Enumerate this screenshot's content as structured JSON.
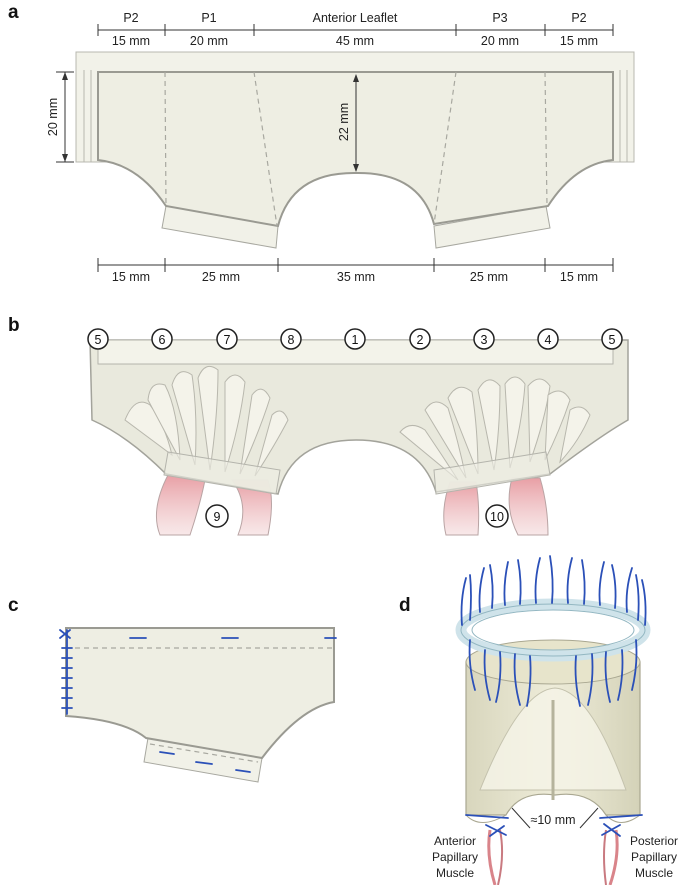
{
  "panels": {
    "a": "a",
    "b": "b",
    "c": "c",
    "d": "d"
  },
  "panel_a": {
    "segments": [
      "P2",
      "P1",
      "Anterior Leaflet",
      "P3",
      "P2"
    ],
    "top_widths": [
      "15 mm",
      "20 mm",
      "45 mm",
      "20 mm",
      "15 mm"
    ],
    "bottom_widths": [
      "15 mm",
      "25 mm",
      "35 mm",
      "25 mm",
      "15 mm"
    ],
    "height_label": "20 mm",
    "depth_label": "22 mm"
  },
  "panel_b": {
    "markers": [
      "5",
      "6",
      "7",
      "8",
      "1",
      "2",
      "3",
      "4",
      "5"
    ],
    "papillary_markers": [
      "9",
      "10"
    ]
  },
  "panel_d": {
    "gap_label": "≈10 mm",
    "anterior_label": [
      "Anterior",
      "Papillary",
      "Muscle"
    ],
    "posterior_label": [
      "Posterior",
      "Papillary",
      "Muscle"
    ]
  },
  "colors": {
    "tissue": "#eeeee3",
    "tissue_edge": "#9a9a92",
    "suture": "#2b50b8",
    "muscle": "#d9848a",
    "ring": "#cfe3ea"
  }
}
